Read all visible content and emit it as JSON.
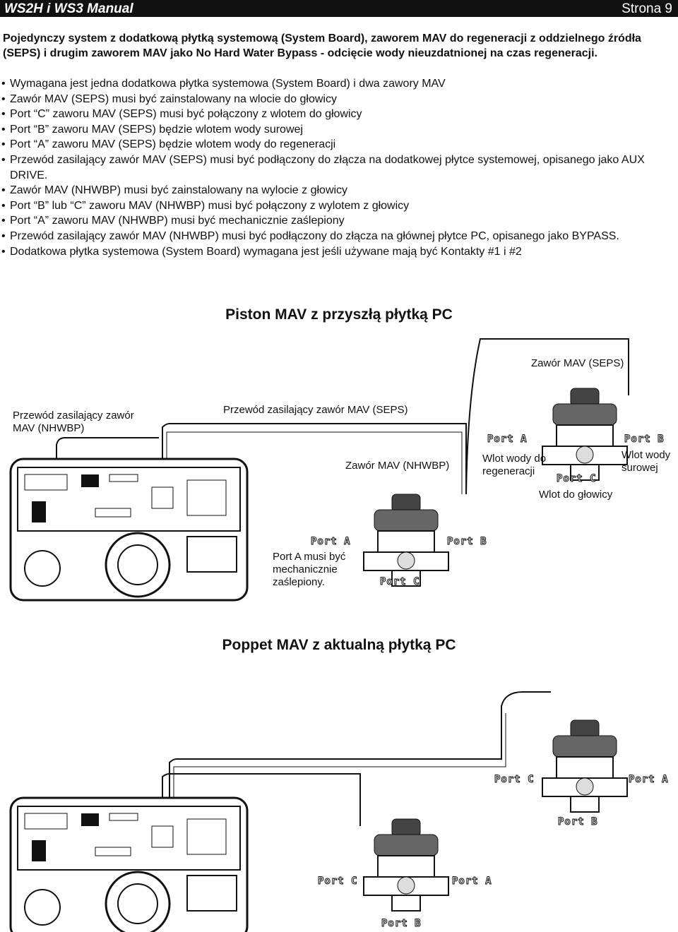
{
  "header": {
    "title": "WS2H i WS3 Manual",
    "page": "Strona 9"
  },
  "intro": "Pojedynczy system z dodatkową płytką systemową (System Board), zaworem MAV do regeneracji z oddzielnego źródła (SEPS) i drugim zaworem MAV jako No Hard Water Bypass - odcięcie wody nieuzdatnionej na czas regeneracji.",
  "bullets": [
    "Wymagana jest jedna dodatkowa płytka systemowa (System Board) i dwa zawory MAV",
    "Zawór MAV (SEPS) musi być zainstalowany na wlocie do głowicy",
    "Port “C” zaworu MAV (SEPS) musi być połączony z wlotem do głowicy",
    "Port “B” zaworu MAV (SEPS) będzie wlotem wody surowej",
    "Port “A” zaworu MAV (SEPS) będzie wlotem wody do regeneracji",
    "Przewód zasilający zawór MAV (SEPS) musi być podłączony do złącza na dodatkowej płytce systemowej, opisanego jako AUX DRIVE.",
    "Zawór MAV (NHWBP) musi być zainstalowany na wylocie z głowicy",
    "Port “B” lub “C” zaworu MAV (NHWBP) musi być połączony z wylotem z głowicy",
    "Port “A” zaworu MAV (NHWBP) musi być mechanicznie zaślepiony",
    "Przewód zasilający zawór MAV (NHWBP) musi być podłączony do złącza na głównej płytce PC, opisanego jako BYPASS.",
    "Dodatkowa płytka systemowa (System Board) wymagana jest jeśli używane mają być Kontakty #1 i #2"
  ],
  "diagram1": {
    "title": "Piston MAV z przyszłą płytką PC",
    "labels": {
      "seps_valve": "Zawór MAV (SEPS)",
      "nhwbp_cable": "Przewód zasilający zawór MAV (NHWBP)",
      "seps_cable": "Przewód zasilający zawór MAV (SEPS)",
      "nhwbp_valve": "Zawór MAV (NHWBP)",
      "regen_inlet": "Wlot wody do regeneracji",
      "raw_inlet": "Wlot wody surowej",
      "head_inlet": "Wlot do głowicy",
      "plugged": "Port A musi być mechanicznie zaślepiony."
    },
    "ports": {
      "seps_a": "Port A",
      "seps_b": "Port B",
      "seps_c": "Port C",
      "nh_a": "Port A",
      "nh_b": "Port B",
      "nh_c": "Port C"
    }
  },
  "diagram2": {
    "title": "Poppet MAV z aktualną płytką PC",
    "ports": {
      "up_c": "Port C",
      "up_a": "Port A",
      "up_b": "Port B",
      "lo_c": "Port C",
      "lo_a": "Port A",
      "lo_b": "Port B"
    }
  }
}
